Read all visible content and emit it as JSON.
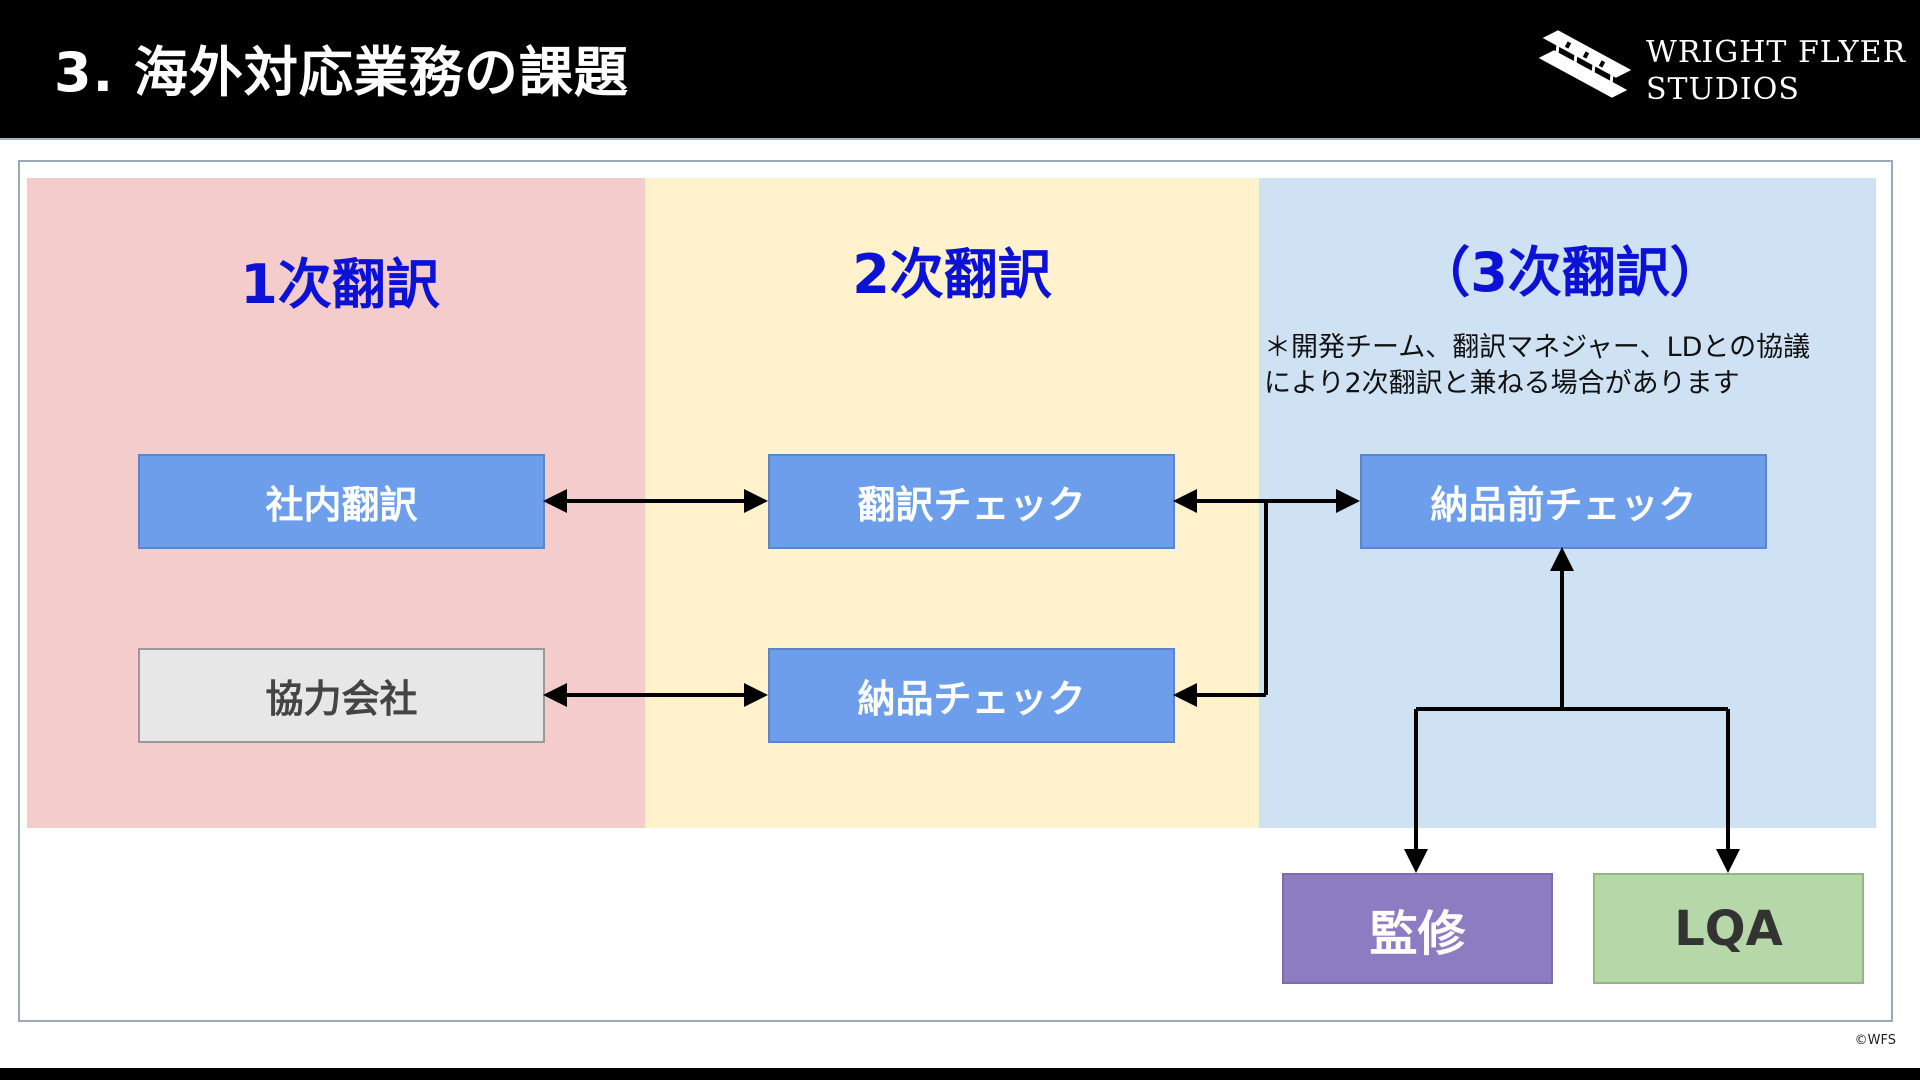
{
  "header": {
    "title": "3. 海外対応業務の課題",
    "logo": {
      "line1": "WRIGHT FLYER",
      "line2": "STUDIOS",
      "icon": "airplane-logo-icon"
    }
  },
  "columns": {
    "first": {
      "title": "1次翻訳",
      "color": "#f4cccc"
    },
    "second": {
      "title": "2次翻訳",
      "color": "#fff2cc"
    },
    "third": {
      "title": "（3次翻訳）",
      "color": "#cfe2f3",
      "note_line1": "＊開発チーム、翻訳マネジャー、LDとの協議",
      "note_line2": "により2次翻訳と兼ねる場合があります"
    }
  },
  "boxes": {
    "inhouse": "社内翻訳",
    "partner": "協力会社",
    "translation_check": "翻訳チェック",
    "delivery_check": "納品チェック",
    "predelivery_check": "納品前チェック",
    "supervision": "監修",
    "lqa": "LQA"
  },
  "colors": {
    "title_blue": "#0b12d6",
    "box_blue": "#6d9eeb",
    "box_gray": "#e7e7e7",
    "box_purple": "#8e7cc3",
    "box_green": "#b6d7a8"
  },
  "footer": {
    "copyright": "©WFS"
  }
}
